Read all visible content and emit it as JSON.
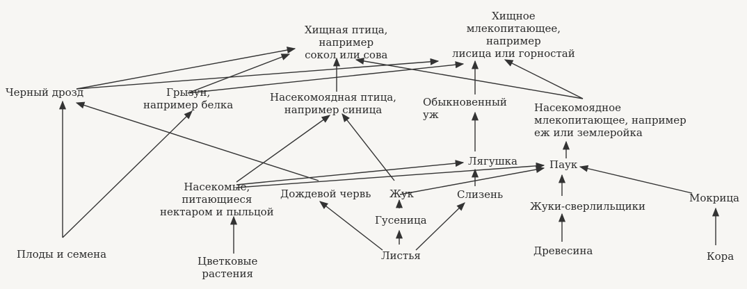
{
  "nodes": {
    "bird_of_prey": "Хищная птица,\nнапример\nсокол или сова",
    "carnivore_mammal": "Хищное\nмлекопитающее,\nнапример\nлисица или горностай",
    "blackbird": "Черный дрозд",
    "rodent": "Грызун,\nнапример белка",
    "insectivore_bird": "Насекомоядная птица,\nнапример синица",
    "grass_snake": "Обыкновенный\nуж",
    "insectivore_mammal": "Насекомоядное\nмлекопитающее, например\nеж или землеройка",
    "frog": "Лягушка",
    "spider": "Паук",
    "nectar_insects": "Насекомые,\nпитающиеся\nнектаром и пыльцой",
    "earthworm": "Дождевой червь",
    "beetle": "Жук",
    "slug": "Слизень",
    "bark_beetles": "Жуки-сверлильщики",
    "woodlouse": "Мокрица",
    "caterpillar": "Гусеница",
    "fruits_seeds": "Плоды и семена",
    "flowering_plants": "Цветковые\nрастения",
    "leaves": "Листья",
    "wood": "Древесина",
    "bark": "Кора"
  },
  "edges": [
    [
      "blackbird",
      "bird_of_prey"
    ],
    [
      "blackbird",
      "carnivore_mammal"
    ],
    [
      "rodent",
      "bird_of_prey"
    ],
    [
      "rodent",
      "carnivore_mammal"
    ],
    [
      "insectivore_bird",
      "bird_of_prey"
    ],
    [
      "grass_snake",
      "carnivore_mammal"
    ],
    [
      "insectivore_mammal",
      "bird_of_prey"
    ],
    [
      "insectivore_mammal",
      "carnivore_mammal"
    ],
    [
      "fruits_seeds",
      "blackbird"
    ],
    [
      "fruits_seeds",
      "rodent"
    ],
    [
      "earthworm",
      "blackbird"
    ],
    [
      "nectar_insects",
      "insectivore_bird"
    ],
    [
      "nectar_insects",
      "frog"
    ],
    [
      "nectar_insects",
      "spider"
    ],
    [
      "beetle",
      "insectivore_bird"
    ],
    [
      "beetle",
      "spider"
    ],
    [
      "frog",
      "grass_snake"
    ],
    [
      "spider",
      "insectivore_mammal"
    ],
    [
      "slug",
      "frog"
    ],
    [
      "bark_beetles",
      "spider"
    ],
    [
      "woodlouse",
      "spider"
    ],
    [
      "caterpillar",
      "beetle"
    ],
    [
      "leaves",
      "caterpillar"
    ],
    [
      "leaves",
      "earthworm"
    ],
    [
      "leaves",
      "slug"
    ],
    [
      "flowering_plants",
      "nectar_insects"
    ],
    [
      "wood",
      "bark_beetles"
    ],
    [
      "bark",
      "woodlouse"
    ]
  ]
}
